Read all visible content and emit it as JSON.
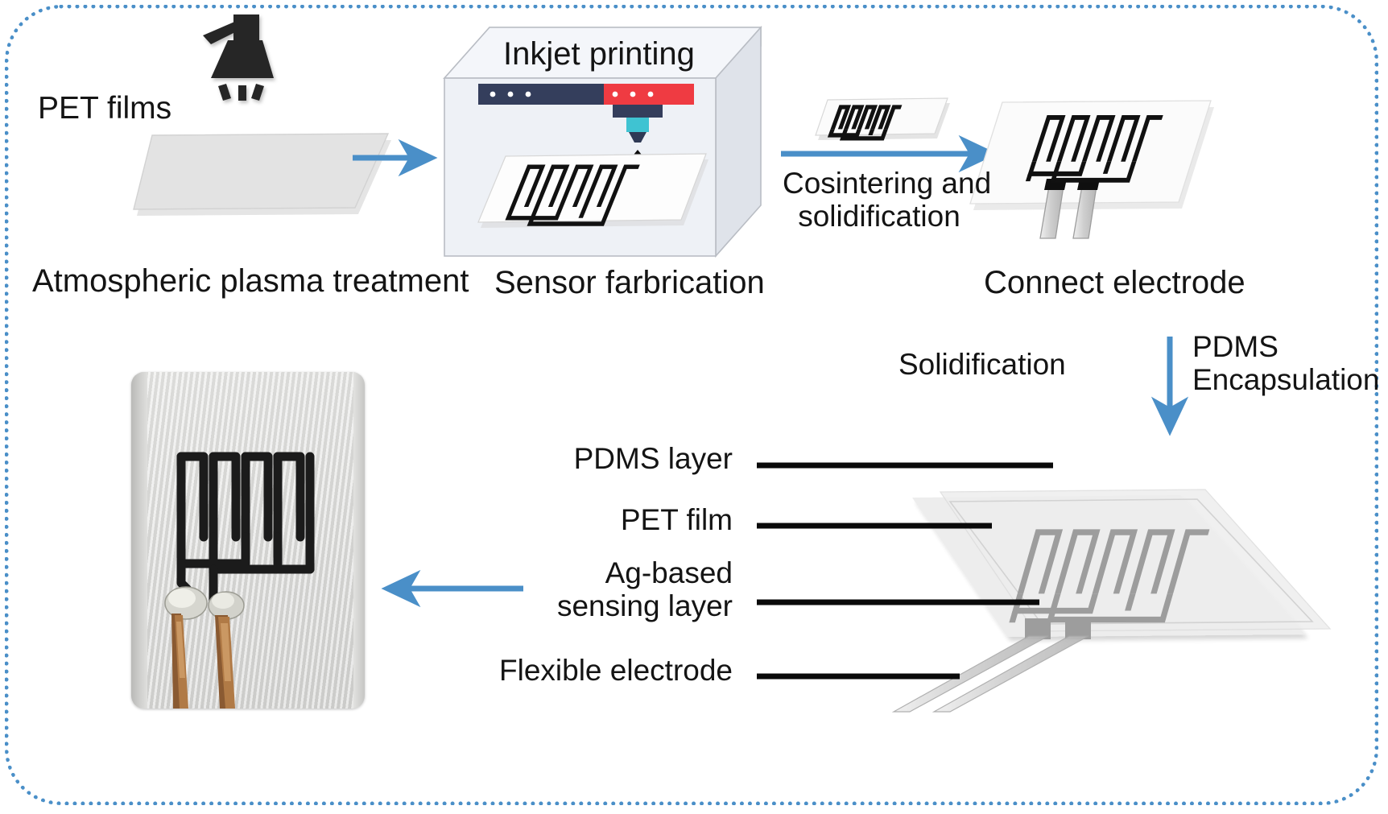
{
  "figure": {
    "type": "process-flow-diagram",
    "subject": "Inkjet-printed flexible Ag-based sensor fabrication workflow",
    "accent_color": "#4a8fc8",
    "border_style": "dotted rounded rectangle"
  },
  "steps": {
    "pet_films": "PET films",
    "plasma_caption": "Atmospheric plasma treatment",
    "inkjet_title": "Inkjet printing",
    "sensor_caption": "Sensor farbrication",
    "cosintering_line1": "Cosintering and",
    "cosintering_line2": "solidification",
    "connect_caption": "Connect electrode",
    "solidification": "Solidification",
    "pdms_line1": "PDMS",
    "pdms_line2": "Encapsulation"
  },
  "callouts": [
    {
      "label": "PDMS layer"
    },
    {
      "label": "PET film"
    },
    {
      "label_line1": "Ag-based",
      "label_line2": "sensing layer"
    },
    {
      "label": "Flexible electrode"
    }
  ],
  "icons": {
    "plasma": "plasma-spray-nozzle-icon",
    "droplet": "ink-droplet-icon",
    "arrow_right": "arrow-right-icon",
    "arrow_down": "arrow-down-icon",
    "arrow_left": "arrow-left-icon"
  },
  "palette": {
    "arrow_blue": "#4a8fc8",
    "printbar_navy": "#343e5c",
    "printbar_red": "#ef3b42",
    "nozzle_teal": "#3fc3d2",
    "film_grey": "#e2e2e2",
    "printer_body": "#eef1f6",
    "trace_black": "#101010",
    "trace_grey": "#9a9a9a"
  }
}
